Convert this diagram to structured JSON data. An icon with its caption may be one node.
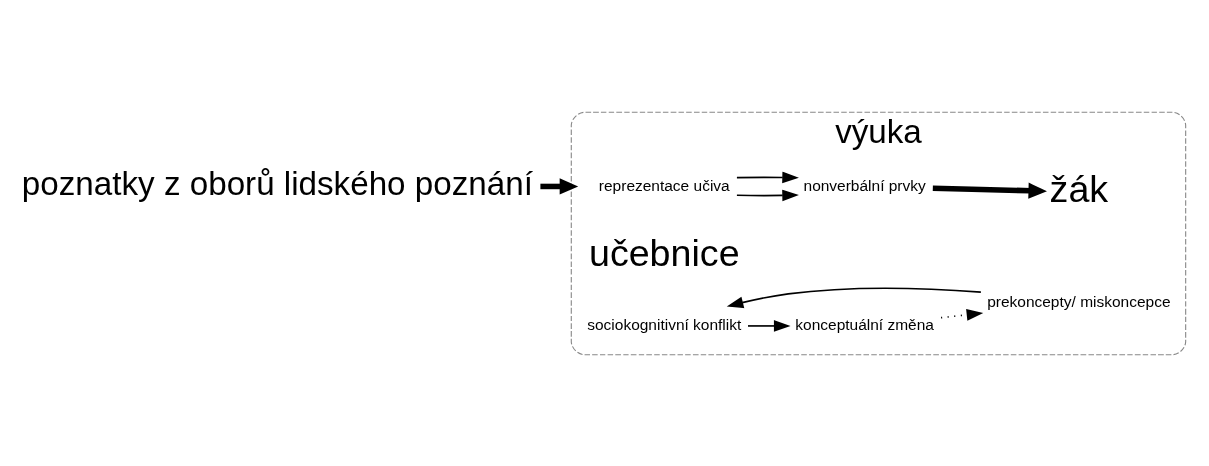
{
  "diagram": {
    "nodes": [
      {
        "text": [
          "poznatky z oborů lidského poznání"
        ]
      },
      {
        "text": [
          "výuka"
        ]
      },
      {
        "text": [
          "reprezentace učiva"
        ],
        "in": 1
      },
      {
        "text": [
          "učebnice"
        ],
        "in": 1
      },
      {
        "text": [
          "nonverbální prvky"
        ],
        "in": 1
      },
      {
        "text": [
          "sociokognitivní konflikt"
        ],
        "in": 1
      },
      {
        "text": [
          "žák"
        ],
        "in": 1
      },
      {
        "text": [
          "konceptuální změna"
        ],
        "in": 1
      },
      {
        "text": [
          "prekoncepty/ miskoncepce"
        ],
        "in": 1
      }
    ],
    "edges": [
      {
        "from": 0,
        "to": 1,
        "arrow": "to",
        "style": "thick"
      },
      {
        "from": 2,
        "to": 4,
        "arrow": "to"
      },
      {
        "from": 2,
        "to": 4,
        "arrow": "to"
      },
      {
        "from": 4,
        "to": 6,
        "arrow": "to",
        "style": "thick"
      },
      {
        "from": 5,
        "to": 7,
        "arrow": "to"
      },
      {
        "from": 7,
        "to": 8,
        "arrow": "to",
        "style": "dashed"
      },
      {
        "from": 8,
        "to": 5,
        "arrow": "to"
      }
    ]
  }
}
